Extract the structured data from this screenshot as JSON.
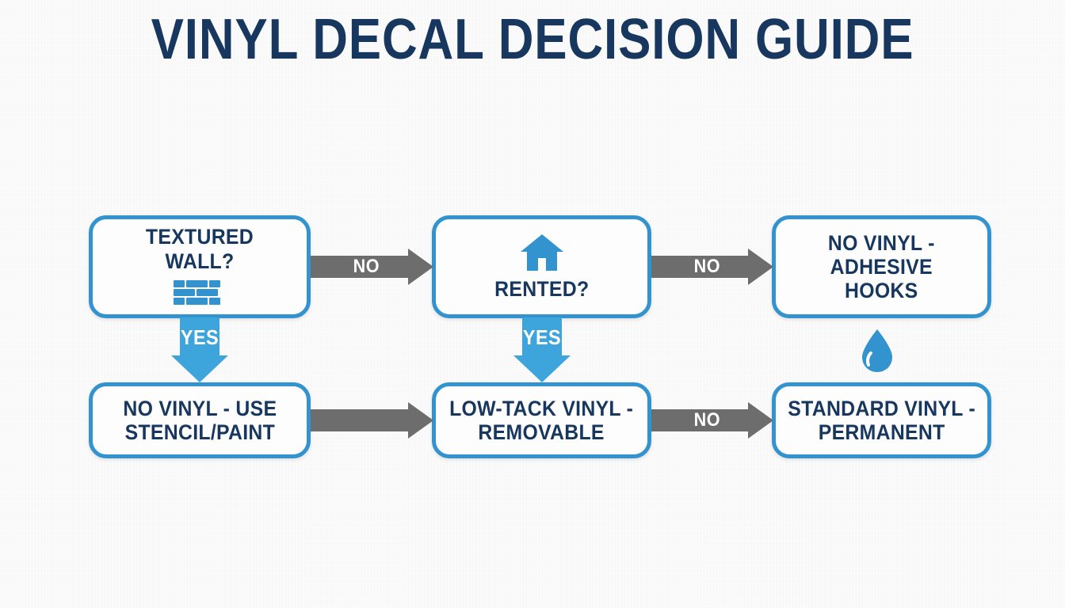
{
  "page": {
    "title": "VINYL DECAL DECISION GUIDE",
    "background_color": "#fbfbfb",
    "title_color": "#17375e",
    "box_border_color": "#3293ce",
    "box_text_color": "#17375e",
    "yes_arrow_color": "#3da5dc",
    "no_arrow_color": "#6d6d6d",
    "icon_color": "#3293ce"
  },
  "chart_data": {
    "type": "diagram",
    "title": "VINYL DECAL DECISION GUIDE",
    "diagram_kind": "decision-flowchart",
    "nodes": [
      {
        "id": "textured_wall",
        "label": "TEXTURED\nWALL?",
        "kind": "decision",
        "icon": "brick-wall-icon",
        "icon_position": "below",
        "row": 1,
        "col": 1
      },
      {
        "id": "rented",
        "label": "RENTED?",
        "kind": "decision",
        "icon": "house-icon",
        "icon_position": "above",
        "row": 1,
        "col": 2
      },
      {
        "id": "adhesive_hooks",
        "label": "NO VINYL -\nADHESIVE\nHOOKS",
        "kind": "outcome",
        "icon": null,
        "icon_position": null,
        "row": 1,
        "col": 3
      },
      {
        "id": "stencil_paint",
        "label": "NO VINYL - USE\nSTENCIL/PAINT",
        "kind": "outcome",
        "icon": null,
        "icon_position": null,
        "row": 2,
        "col": 1
      },
      {
        "id": "low_tack",
        "label": "LOW-TACK VINYL -\nREMOVABLE",
        "kind": "outcome",
        "icon": null,
        "icon_position": null,
        "row": 2,
        "col": 2
      },
      {
        "id": "standard_vinyl",
        "label": "STANDARD VINYL -\nPERMANENT",
        "kind": "outcome",
        "icon": null,
        "icon_position": null,
        "row": 2,
        "col": 3
      }
    ],
    "edges": [
      {
        "from": "textured_wall",
        "to": "rented",
        "label": "NO",
        "direction": "right",
        "color": "#6d6d6d"
      },
      {
        "from": "textured_wall",
        "to": "stencil_paint",
        "label": "YES",
        "direction": "down",
        "color": "#3da5dc"
      },
      {
        "from": "rented",
        "to": "adhesive_hooks",
        "label": "NO",
        "direction": "right",
        "color": "#6d6d6d"
      },
      {
        "from": "rented",
        "to": "low_tack",
        "label": "YES",
        "direction": "down",
        "color": "#3da5dc"
      },
      {
        "from": "stencil_paint",
        "to": "low_tack",
        "label": "",
        "direction": "right",
        "color": "#6d6d6d"
      },
      {
        "from": "low_tack",
        "to": "standard_vinyl",
        "label": "NO",
        "direction": "right",
        "color": "#6d6d6d"
      }
    ],
    "decorations": [
      {
        "id": "water_drop",
        "icon": "water-drop-icon",
        "near": "adhesive_hooks",
        "color": "#3293ce"
      }
    ]
  },
  "boxes": {
    "textured_wall": {
      "label": "TEXTURED\nWALL?"
    },
    "rented": {
      "label": "RENTED?"
    },
    "adhesive_hooks": {
      "label": "NO VINYL -\nADHESIVE\nHOOKS"
    },
    "stencil_paint": {
      "label": "NO VINYL - USE\nSTENCIL/PAINT"
    },
    "low_tack": {
      "label": "LOW-TACK VINYL -\nREMOVABLE"
    },
    "standard_vinyl": {
      "label": "STANDARD VINYL -\nPERMANENT"
    }
  },
  "arrows": {
    "no_1": {
      "label": "NO"
    },
    "no_2": {
      "label": "NO"
    },
    "no_3": {
      "label": "NO"
    },
    "plain_1": {
      "label": ""
    },
    "yes_1": {
      "label": "YES"
    },
    "yes_2": {
      "label": "YES"
    }
  }
}
